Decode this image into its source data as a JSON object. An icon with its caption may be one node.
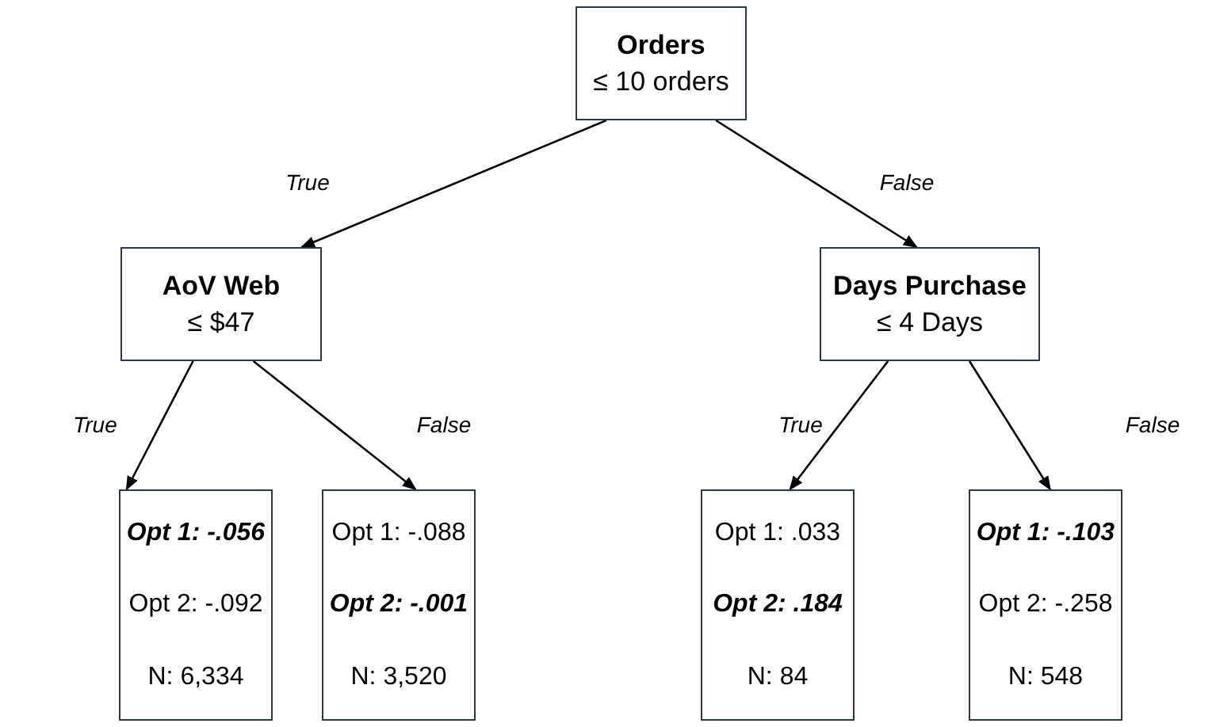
{
  "diagram": {
    "nodes": [
      {
        "text": [
          "Orders",
          "≤ 10 orders"
        ]
      },
      {
        "text": [
          "AoV Web",
          "≤ $47"
        ]
      },
      {
        "text": [
          "Days Purchase",
          "≤ 4 Days"
        ]
      },
      {
        "text": [
          "**Opt 1: -.056**",
          "Opt 2: -.092",
          "N: 6,334"
        ]
      },
      {
        "text": [
          "Opt 1: -.088",
          "**Opt 2: -.001**",
          "N: 3,520"
        ]
      },
      {
        "text": [
          "Opt 1: .033",
          "**Opt 2: .184**",
          "N: 84"
        ]
      },
      {
        "text": [
          "**Opt 1: -.103**",
          "Opt 2: -.258",
          "N: 548"
        ]
      }
    ],
    "edges": [
      {
        "from": 0,
        "to": 1,
        "arrow": "to",
        "label": "True"
      },
      {
        "from": 0,
        "to": 2,
        "arrow": "to",
        "label": "False"
      },
      {
        "from": 1,
        "to": 3,
        "arrow": "to",
        "label": "True"
      },
      {
        "from": 1,
        "to": 4,
        "arrow": "to",
        "label": "False"
      },
      {
        "from": 2,
        "to": 5,
        "arrow": "to",
        "label": "True"
      },
      {
        "from": 2,
        "to": 6,
        "arrow": "to",
        "label": "False"
      }
    ]
  }
}
